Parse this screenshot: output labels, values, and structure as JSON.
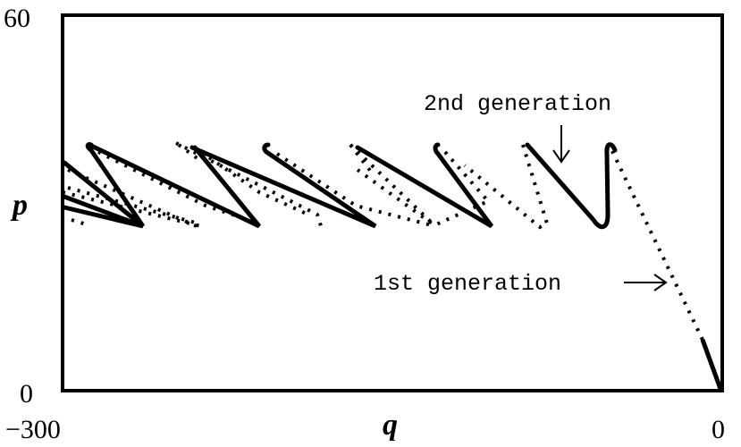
{
  "chart_data": {
    "type": "line",
    "title": "",
    "xlabel": "q",
    "ylabel": "p",
    "xlim": [
      -300,
      0
    ],
    "ylim": [
      0,
      60
    ],
    "x_tick_labels": [
      "−300",
      "0"
    ],
    "y_tick_labels": [
      "0",
      "60"
    ],
    "grid": false,
    "legend": null,
    "annotations": [
      {
        "text": "2nd generation",
        "arrow": "down",
        "points_to": [
          -74,
          36
        ]
      },
      {
        "text": "1st generation",
        "arrow": "right",
        "points_to": [
          -27,
          17.3
        ]
      }
    ],
    "series": [
      {
        "name": "1st generation",
        "style": "solid+dotted",
        "points": [
          [
            0,
            0
          ],
          [
            -9,
            8.1
          ],
          [
            -51,
            39.3
          ]
        ]
      },
      {
        "name": "2nd generation (solid)",
        "style": "solid",
        "points": [
          [
            -51,
            39.3
          ],
          [
            -53,
            26.3
          ],
          [
            -86,
            39.3
          ],
          [
            -105,
            26.3
          ],
          [
            -129,
            39.3
          ],
          [
            -160,
            26.3
          ],
          [
            -180,
            39.3
          ],
          [
            -210,
            26.3
          ],
          [
            -246,
            39.3
          ],
          [
            -260,
            26.3
          ],
          [
            -300,
            36.5
          ],
          [
            -300,
            30.0
          ]
        ]
      },
      {
        "name": "2nd generation (dotted)",
        "style": "dotted",
        "points": [
          [
            -90,
            39.3
          ],
          [
            -84,
            26.3
          ],
          [
            -131,
            39.3
          ],
          [
            -155,
            26.3
          ],
          [
            -172,
            39.3
          ],
          [
            -206,
            26.3
          ],
          [
            -216,
            39.3
          ],
          [
            -255,
            26.3
          ],
          [
            -260,
            39.3
          ],
          [
            -278,
            26.3
          ]
        ]
      }
    ]
  },
  "labels": {
    "y_max": "60",
    "y_min": "0",
    "x_min": "−300",
    "x_max": "0",
    "x_axis": "q",
    "y_axis": "p",
    "annot_2nd": "2nd generation",
    "annot_1st": "1st generation"
  }
}
